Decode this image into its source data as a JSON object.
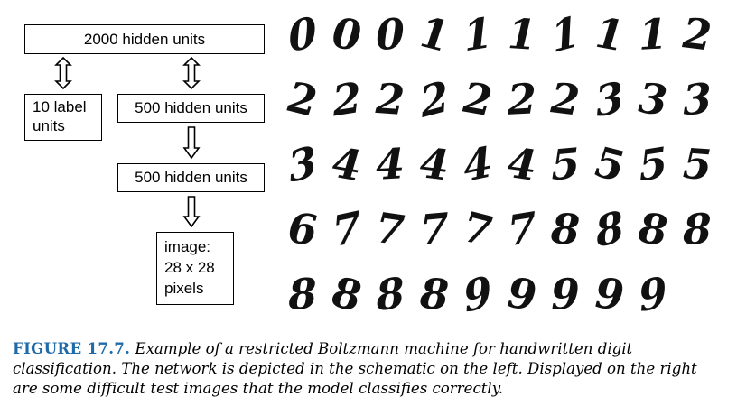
{
  "diagram": {
    "top_layer": "2000 hidden units",
    "label_units": [
      "10 label",
      "units"
    ],
    "hidden_500_a": "500 hidden units",
    "hidden_500_b": "500 hidden units",
    "image_box": [
      "image:",
      "28 x 28",
      "pixels"
    ]
  },
  "digit_grid": {
    "rows": [
      [
        "0",
        "0",
        "0",
        "1",
        "1",
        "1",
        "1",
        "1",
        "1",
        "2"
      ],
      [
        "2",
        "2",
        "2",
        "2",
        "2",
        "2",
        "2",
        "3",
        "3",
        "3"
      ],
      [
        "3",
        "4",
        "4",
        "4",
        "4",
        "4",
        "5",
        "5",
        "5",
        "5"
      ],
      [
        "6",
        "7",
        "7",
        "7",
        "7",
        "7",
        "8",
        "8",
        "8",
        "8"
      ],
      [
        "8",
        "8",
        "8",
        "8",
        "9",
        "9",
        "9",
        "9",
        "9"
      ]
    ]
  },
  "caption": {
    "label": "FIGURE 17.7.",
    "text": "Example of a restricted Boltzmann machine for handwritten digit classification. The network is depicted in the schematic on the left. Displayed on the right are some difficult test images that the model classifies correctly."
  }
}
